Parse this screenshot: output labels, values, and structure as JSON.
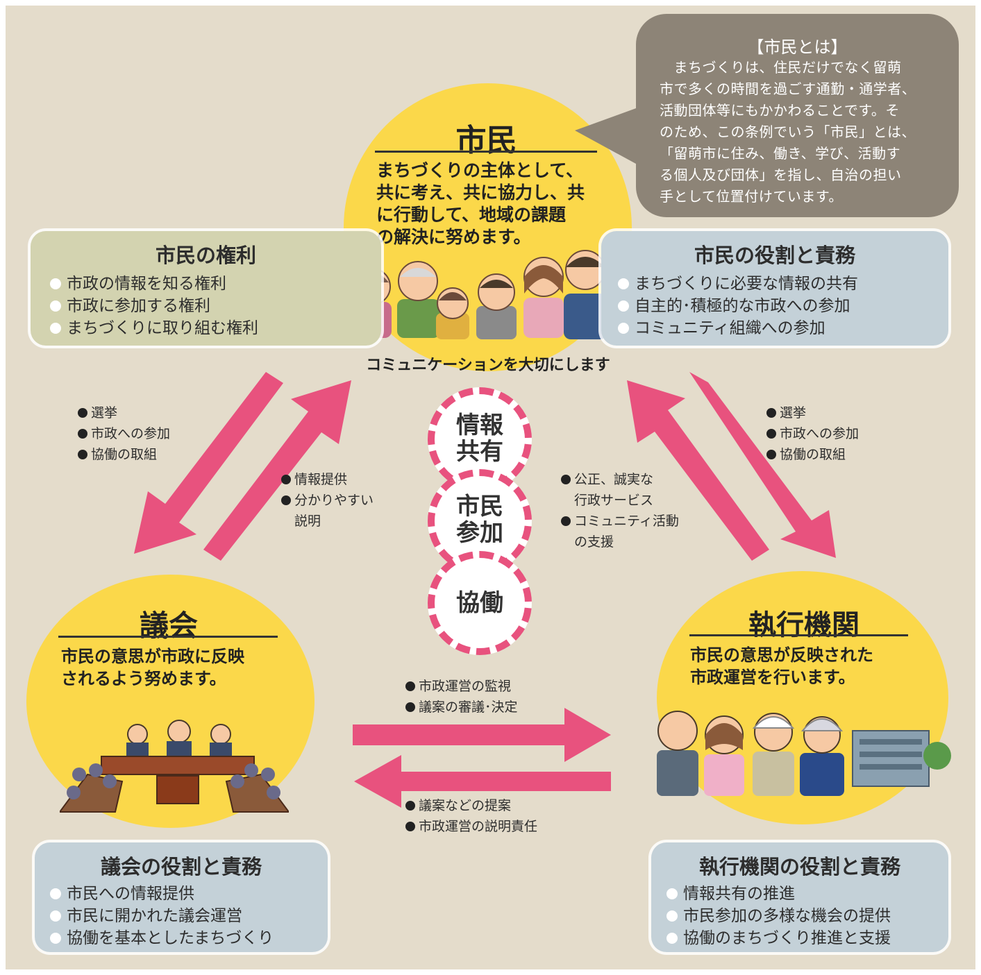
{
  "citizen": {
    "title": "市民",
    "desc": [
      "まちづくりの主体として、",
      "共に考え、共に協力し、共",
      "に行動して、地域の課題",
      "の解決に努めます。"
    ]
  },
  "callout": {
    "title": "【市民とは】",
    "lines": [
      "　まちづくりは、住民だけでなく留萌",
      "市で多くの時間を過ごす通勤・通学者、",
      "活動団体等にもかかわることです。そ",
      "のため、この条例でいう「市民」とは、",
      "「留萌市に住み、働き、学び、活動す",
      "る個人及び団体」を指し、自治の担い",
      "手として位置付けています。"
    ]
  },
  "rights": {
    "title": "市民の権利",
    "items": [
      "市政の情報を知る権利",
      "市政に参加する権利",
      "まちづくりに取り組む権利"
    ]
  },
  "citizen_roles": {
    "title": "市民の役割と責務",
    "items": [
      "まちづくりに必要な情報の共有",
      "自主的･積極的な市政への参加",
      "コミュニティ組織への参加"
    ]
  },
  "communication": "コミュニケーションを大切にします",
  "pillars": [
    "情報\n共有",
    "市民\n参加",
    "協働"
  ],
  "notes": {
    "left_up": [
      "選挙",
      "市政への参加",
      "協働の取組"
    ],
    "left_down": [
      "情報提供",
      "分かりやすい",
      "説明"
    ],
    "right_up": [
      "選挙",
      "市政への参加",
      "協働の取組"
    ],
    "right_down": [
      "公正、誠実な",
      "行政サービス",
      "コミュニティ活動",
      "の支援"
    ],
    "center_top": [
      "市政運営の監視",
      "議案の審議･決定"
    ],
    "center_bottom": [
      "議案などの提案",
      "市政運営の説明責任"
    ]
  },
  "council": {
    "title": "議会",
    "desc": [
      "市民の意思が市政に反映",
      "されるよう努めます。"
    ]
  },
  "executive": {
    "title": "執行機関",
    "desc": [
      "市民の意思が反映された",
      "市政運営を行います。"
    ]
  },
  "council_roles": {
    "title": "議会の役割と責務",
    "items": [
      "市民への情報提供",
      "市民に開かれた議会運営",
      "協働を基本としたまちづくり"
    ]
  },
  "executive_roles": {
    "title": "執行機関の役割と責務",
    "items": [
      "情報共有の推進",
      "市民参加の多様な機会の提供",
      "協働のまちづくり推進と支援"
    ]
  },
  "colors": {
    "background": "#e4dccb",
    "circle": "#fbd84a",
    "arrow": "#e8527e",
    "rights_box": "#d3d3b0",
    "roles_box": "#c4d1d8",
    "callout": "#8d8477"
  }
}
